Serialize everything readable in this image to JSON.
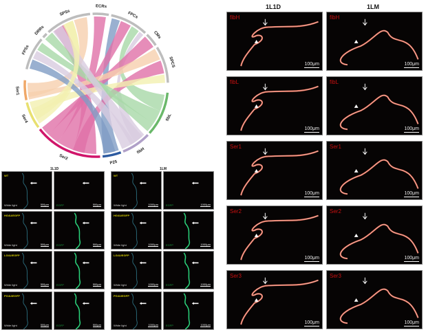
{
  "chord": {
    "groups": [
      {
        "name": "SPSs",
        "color": "#bdbdbd",
        "start": -42,
        "end": -5
      },
      {
        "name": "ECRs",
        "color": "#bdbdbd",
        "start": -3,
        "end": 10
      },
      {
        "name": "FPCs",
        "color": "#bdbdbd",
        "start": 12,
        "end": 43
      },
      {
        "name": "CMs",
        "color": "#bdbdbd",
        "start": 45,
        "end": 56
      },
      {
        "name": "SPCS",
        "color": "#bdbdbd",
        "start": 58,
        "end": 88
      },
      {
        "name": "fibL",
        "color": "#6ab86a",
        "start": 96,
        "end": 132
      },
      {
        "name": "fibH",
        "color": "#b0a0c8",
        "start": 134,
        "end": 158
      },
      {
        "name": "P25",
        "color": "#2c5aa0",
        "start": 160,
        "end": 175
      },
      {
        "name": "Ser2",
        "color": "#d0156a",
        "start": 177,
        "end": 232
      },
      {
        "name": "Ser4",
        "color": "#e8e070",
        "start": 234,
        "end": 256
      },
      {
        "name": "Ser1",
        "color": "#f0a868",
        "start": 258,
        "end": 274
      },
      {
        "name": "FPSs",
        "color": "#bdbdbd",
        "start": 283,
        "end": 310
      },
      {
        "name": "DRRs",
        "color": "#bdbdbd",
        "start": 312,
        "end": 316
      }
    ],
    "links": [
      {
        "a": [
          -38,
          -28
        ],
        "b": [
          180,
          200
        ],
        "c": "#e070a8"
      },
      {
        "a": [
          -27,
          -20
        ],
        "b": [
          236,
          246
        ],
        "c": "#f2f0b0"
      },
      {
        "a": [
          -19,
          -8
        ],
        "b": [
          260,
          272
        ],
        "c": "#f6cfae"
      },
      {
        "a": [
          -2,
          8
        ],
        "b": [
          200,
          214
        ],
        "c": "#e070a8"
      },
      {
        "a": [
          13,
          20
        ],
        "b": [
          161,
          174
        ],
        "c": "#7f9cc4"
      },
      {
        "a": [
          21,
          30
        ],
        "b": [
          214,
          224
        ],
        "c": "#e070a8"
      },
      {
        "a": [
          31,
          38
        ],
        "b": [
          98,
          112
        ],
        "c": "#a8d8a8"
      },
      {
        "a": [
          39,
          43
        ],
        "b": [
          136,
          146
        ],
        "c": "#d8cce0"
      },
      {
        "a": [
          45,
          56
        ],
        "b": [
          224,
          232
        ],
        "c": "#e070a8"
      },
      {
        "a": [
          58,
          68
        ],
        "b": [
          258,
          264
        ],
        "c": "#f6cfae"
      },
      {
        "a": [
          69,
          80
        ],
        "b": [
          190,
          200
        ],
        "c": "#e070a8"
      },
      {
        "a": [
          81,
          88
        ],
        "b": [
          246,
          256
        ],
        "c": "#f2f0b0"
      },
      {
        "a": [
          284,
          292
        ],
        "b": [
          164,
          174
        ],
        "c": "#7f9cc4"
      },
      {
        "a": [
          293,
          300
        ],
        "b": [
          146,
          158
        ],
        "c": "#d8cce0"
      },
      {
        "a": [
          301,
          308
        ],
        "b": [
          112,
          124
        ],
        "c": "#a8d8a8"
      },
      {
        "a": [
          312,
          320
        ],
        "b": [
          124,
          132
        ],
        "c": "#a8d8a8"
      },
      {
        "a": [
          321,
          330
        ],
        "b": [
          138,
          150
        ],
        "c": "#d8cce0"
      },
      {
        "a": [
          331,
          340
        ],
        "b": [
          240,
          250
        ],
        "c": "#f2f0b0"
      }
    ]
  },
  "left_panel": {
    "columns": [
      "1L1D",
      "1LM"
    ],
    "rows": [
      {
        "label": "WT"
      },
      {
        "label": "HG4U/EGFP"
      },
      {
        "label": "LG4U/EGFP"
      },
      {
        "label": "PG4U/EGFP"
      }
    ],
    "white_light": "White light",
    "egfp": "EGFP",
    "scale_1l1d": "500μm",
    "scale_1lm": "1000μm"
  },
  "right_panel": {
    "columns": [
      "1L1D",
      "1LM"
    ],
    "rows": [
      "fibH",
      "fibL",
      "Ser1",
      "Ser2",
      "Ser3"
    ],
    "scale": "100μm"
  }
}
